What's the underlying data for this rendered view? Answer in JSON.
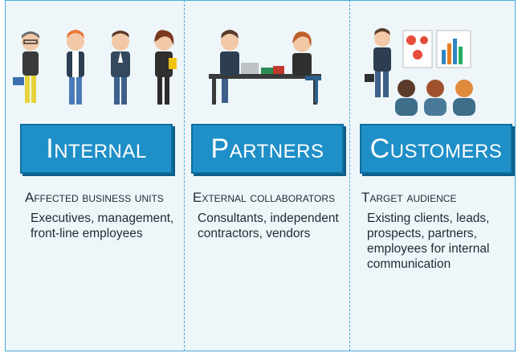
{
  "columns": [
    {
      "title": "Internal",
      "subtitle": "Affected business units",
      "description": "Executives, management, front-line employees",
      "illustration": "four-employees-icon"
    },
    {
      "title": "Partners",
      "subtitle": "External collaborators",
      "description": "Consultants, independent contractors, vendors",
      "illustration": "meeting-at-desk-icon"
    },
    {
      "title": "Customers",
      "subtitle": "Target audience",
      "description": "Existing clients, leads, prospects, partners, employees for internal communication",
      "illustration": "presentation-audience-icon"
    }
  ],
  "colors": {
    "banner": "#1f8fc8",
    "border": "#4aa9d6",
    "background": "#eef6fa"
  }
}
